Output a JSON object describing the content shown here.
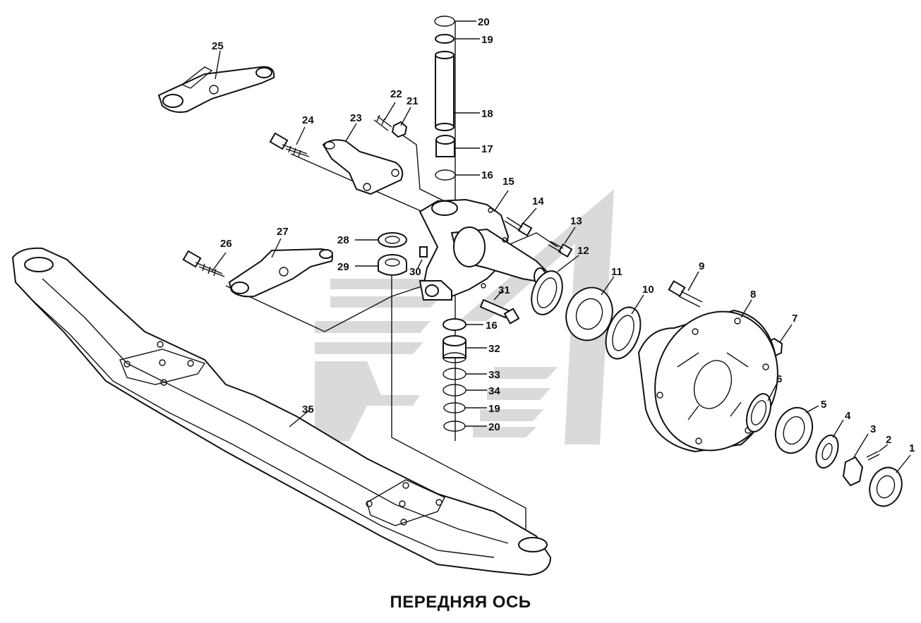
{
  "diagram": {
    "title": "ПЕРЕДНЯЯ ОСЬ",
    "watermark_color": "#d6d6d6",
    "callouts": [
      {
        "id": "c1",
        "label": "1"
      },
      {
        "id": "c2",
        "label": "2"
      },
      {
        "id": "c3",
        "label": "3"
      },
      {
        "id": "c4",
        "label": "4"
      },
      {
        "id": "c5",
        "label": "5"
      },
      {
        "id": "c6",
        "label": "6"
      },
      {
        "id": "c7",
        "label": "7"
      },
      {
        "id": "c8",
        "label": "8"
      },
      {
        "id": "c9",
        "label": "9"
      },
      {
        "id": "c10",
        "label": "10"
      },
      {
        "id": "c11",
        "label": "11"
      },
      {
        "id": "c12",
        "label": "12"
      },
      {
        "id": "c13",
        "label": "13"
      },
      {
        "id": "c14",
        "label": "14"
      },
      {
        "id": "c15",
        "label": "15"
      },
      {
        "id": "c16a",
        "label": "16"
      },
      {
        "id": "c16b",
        "label": "16"
      },
      {
        "id": "c17",
        "label": "17"
      },
      {
        "id": "c18",
        "label": "18"
      },
      {
        "id": "c19a",
        "label": "19"
      },
      {
        "id": "c19b",
        "label": "19"
      },
      {
        "id": "c20a",
        "label": "20"
      },
      {
        "id": "c20b",
        "label": "20"
      },
      {
        "id": "c21",
        "label": "21"
      },
      {
        "id": "c22",
        "label": "22"
      },
      {
        "id": "c23",
        "label": "23"
      },
      {
        "id": "c24",
        "label": "24"
      },
      {
        "id": "c25",
        "label": "25"
      },
      {
        "id": "c26",
        "label": "26"
      },
      {
        "id": "c27",
        "label": "27"
      },
      {
        "id": "c28",
        "label": "28"
      },
      {
        "id": "c29",
        "label": "29"
      },
      {
        "id": "c30",
        "label": "30"
      },
      {
        "id": "c31",
        "label": "31"
      },
      {
        "id": "c32",
        "label": "32"
      },
      {
        "id": "c33",
        "label": "33"
      },
      {
        "id": "c34",
        "label": "34"
      },
      {
        "id": "c35",
        "label": "35"
      }
    ]
  }
}
